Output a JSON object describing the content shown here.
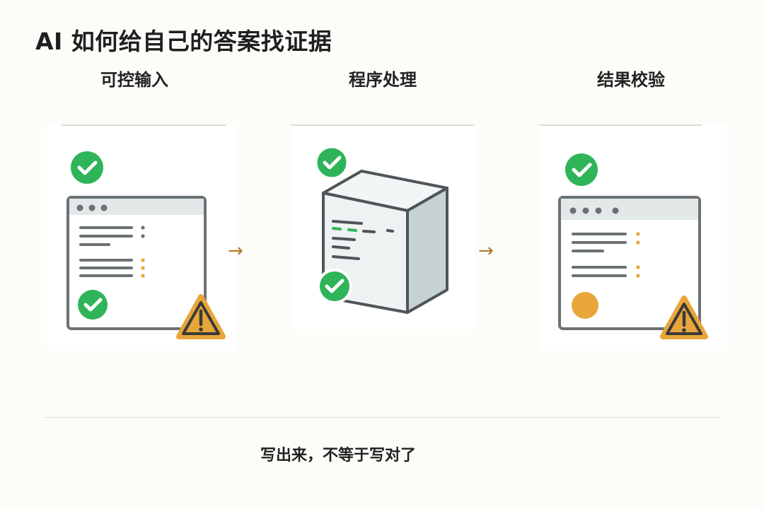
{
  "title": "AI 如何给自己的答案找证据",
  "steps": [
    {
      "label": "可控输入"
    },
    {
      "label": "程序处理"
    },
    {
      "label": "结果校验"
    }
  ],
  "arrows": [
    "→",
    "→"
  ],
  "icons": {
    "check": "check-circle-icon",
    "warning": "warning-triangle-icon",
    "window": "browser-window-icon",
    "box": "processing-box-icon",
    "pending": "pending-dot-icon"
  },
  "colors": {
    "check_green": "#2fb45a",
    "warning_amber": "#e8a63a",
    "outline_gray": "#6b7175",
    "box_face": "#eef2f2",
    "box_side": "#c7d2d2"
  },
  "caption": "写出来，不等于写对了"
}
